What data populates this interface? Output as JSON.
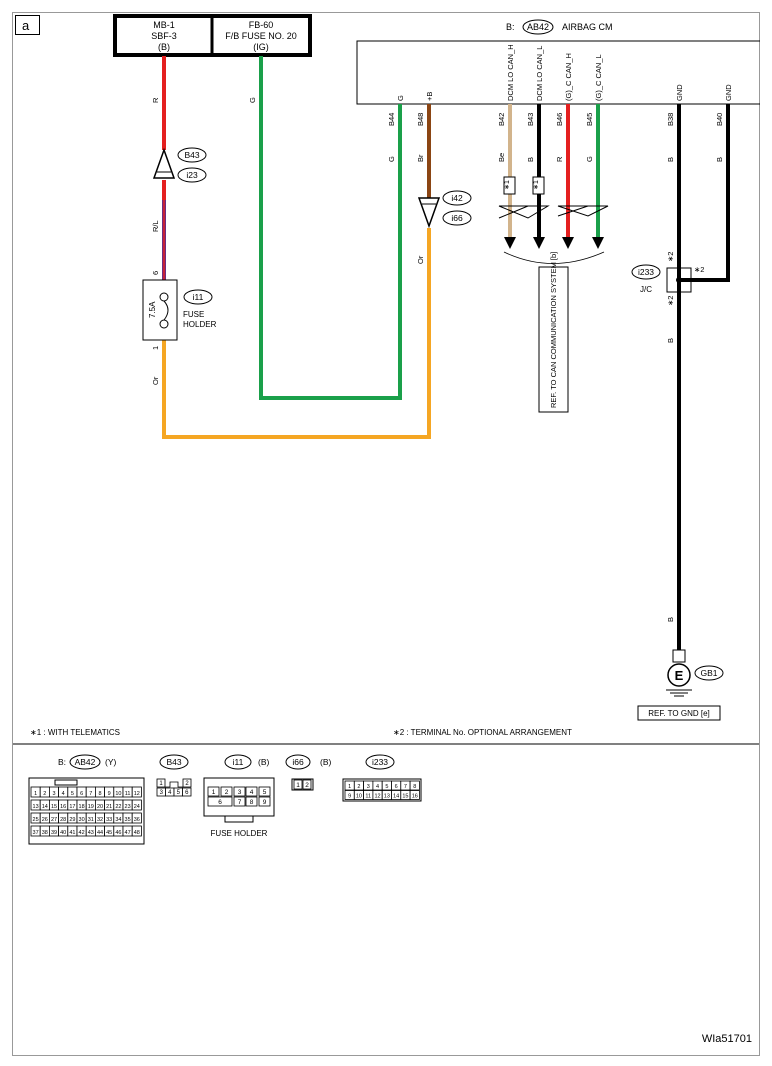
{
  "page_label": "a",
  "fuses": {
    "left": {
      "line1": "MB-1",
      "line2": "SBF-3",
      "line3": "(B)"
    },
    "right": {
      "line1": "FB-60",
      "line2": "F/B FUSE NO. 20",
      "line3": "(IG)"
    }
  },
  "airbag_cm": {
    "prefix": "B:",
    "connector": "AB42",
    "name": "AIRBAG CM"
  },
  "pins": [
    {
      "func": "G",
      "term": "B44",
      "wire": "G"
    },
    {
      "func": "+B",
      "term": "B48",
      "wire": "Br"
    },
    {
      "func": "DCM LO CAN_H",
      "term": "B42",
      "wire": "Be"
    },
    {
      "func": "DCM LO CAN_L",
      "term": "B43",
      "wire": "B"
    },
    {
      "func": "(G)_C CAN_H",
      "term": "B46",
      "wire": "R"
    },
    {
      "func": "(G)_C CAN_L",
      "term": "B45",
      "wire": "G"
    },
    {
      "func": "GND",
      "term": "B38",
      "wire": "B"
    },
    {
      "func": "GND",
      "term": "B40",
      "wire": "B"
    }
  ],
  "wires": {
    "red_top": "R",
    "green_left": "G",
    "rl": "R/L",
    "or_left": "Or",
    "or_right": "Or",
    "b_jc": "B",
    "b_lower": "B"
  },
  "connectors": {
    "b43": "B43",
    "i23": "i23",
    "i42": "i42",
    "i66": "i66",
    "i11": "i11",
    "i233": "i233",
    "jc": "J/C",
    "gb1": "GB1",
    "pin6": "6",
    "pin1": "1",
    "star1": "∗1",
    "star2": "∗2",
    "ground_letter": "E"
  },
  "fuse_holder": {
    "rating": "7.5A",
    "label1": "FUSE",
    "label2": "HOLDER"
  },
  "refs": {
    "can": "REF. TO CAN COMMUNICATION SYSTEM [b]",
    "gnd": "REF. TO GND [e]"
  },
  "notes": {
    "star1": "∗1 : WITH TELEMATICS",
    "star2": "∗2 : TERMINAL No. OPTIONAL ARRANGEMENT"
  },
  "legend": {
    "ab42": {
      "prefix": "B:",
      "name": "AB42",
      "color": "(Y)",
      "rows": [
        [
          "1",
          "2",
          "3",
          "4",
          "5",
          "6",
          "7",
          "8",
          "9",
          "10",
          "11",
          "12"
        ],
        [
          "13",
          "14",
          "15",
          "16",
          "17",
          "18",
          "19",
          "20",
          "21",
          "22",
          "23",
          "24"
        ],
        [
          "25",
          "26",
          "27",
          "28",
          "29",
          "30",
          "31",
          "32",
          "33",
          "34",
          "35",
          "36"
        ],
        [
          "37",
          "38",
          "39",
          "40",
          "41",
          "42",
          "43",
          "44",
          "45",
          "46",
          "47",
          "48"
        ]
      ]
    },
    "b43": {
      "name": "B43",
      "top": [
        "1",
        "2"
      ],
      "bottom": [
        "3",
        "4",
        "5",
        "6"
      ]
    },
    "i11": {
      "name": "i11",
      "color": "(B)",
      "rows": [
        [
          "1",
          "2",
          "3",
          "4",
          "5"
        ],
        [
          "6",
          "7",
          "8",
          "9"
        ]
      ],
      "caption": "FUSE HOLDER"
    },
    "i66": {
      "name": "i66",
      "color": "(B)",
      "pins": [
        "1",
        "2"
      ]
    },
    "i233": {
      "name": "i233",
      "rows": [
        [
          "1",
          "2",
          "3",
          "4",
          "5",
          "6",
          "7",
          "8"
        ],
        [
          "9",
          "10",
          "11",
          "12",
          "13",
          "14",
          "15",
          "16"
        ]
      ]
    }
  },
  "figure_id": "WIa51701",
  "colors": {
    "red": "#e41f1f",
    "green": "#1aa04a",
    "orange": "#f5a623",
    "brown": "#8b4513",
    "beige": "#d2b48c",
    "black": "#000000",
    "purple": "#6a2d82"
  }
}
